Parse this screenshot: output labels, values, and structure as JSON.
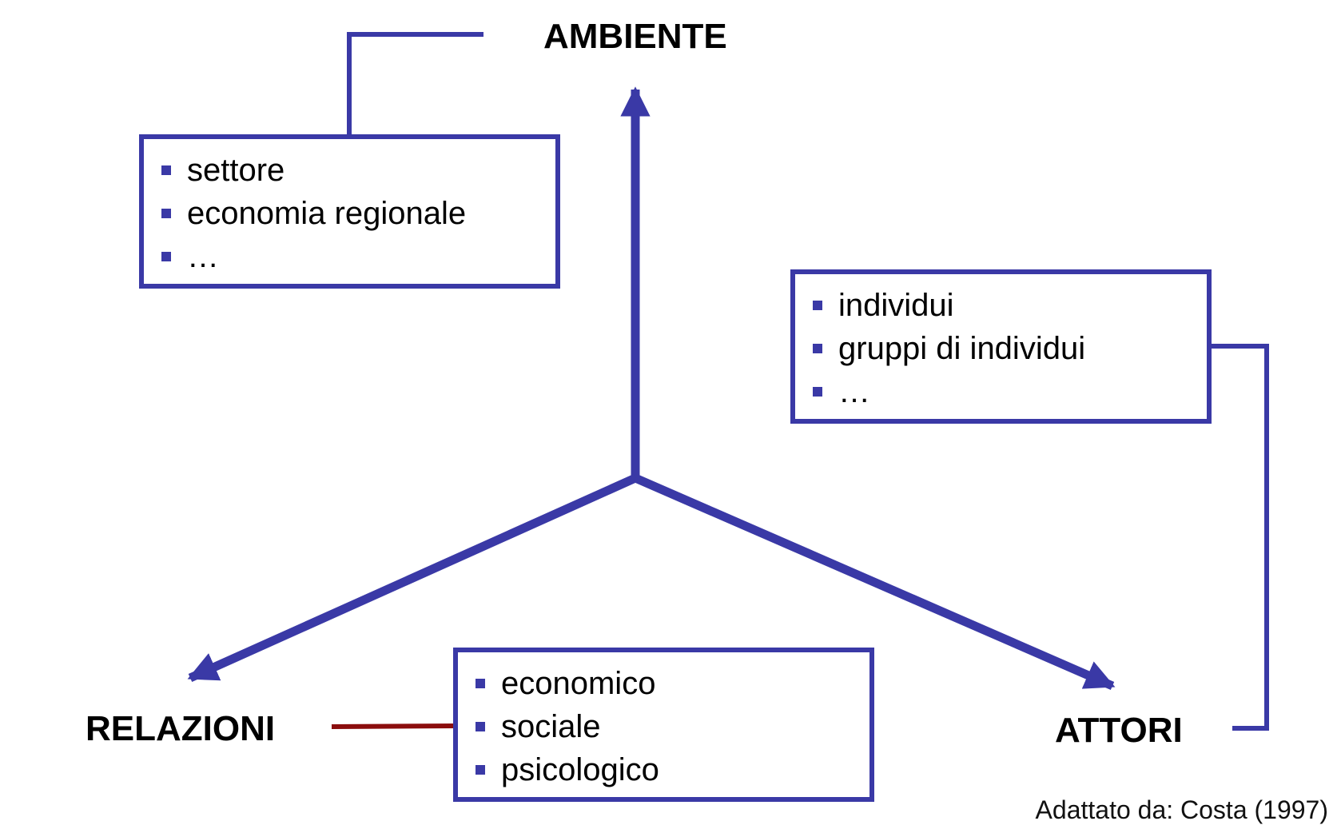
{
  "nodes": {
    "ambiente": "AMBIENTE",
    "relazioni": "RELAZIONI",
    "attori": "ATTORI"
  },
  "ambiente_box": {
    "items": [
      "settore",
      "economia regionale",
      "…"
    ]
  },
  "attori_box": {
    "items": [
      "individui",
      "gruppi di individui",
      "…"
    ]
  },
  "relazioni_box": {
    "items": [
      "economico",
      "sociale",
      "psicologico"
    ]
  },
  "credit": "Adattato da: Costa (1997)",
  "colors": {
    "primary": "#3a39a6",
    "relazioni_link": "#8b0d0d",
    "text": "#000000"
  }
}
